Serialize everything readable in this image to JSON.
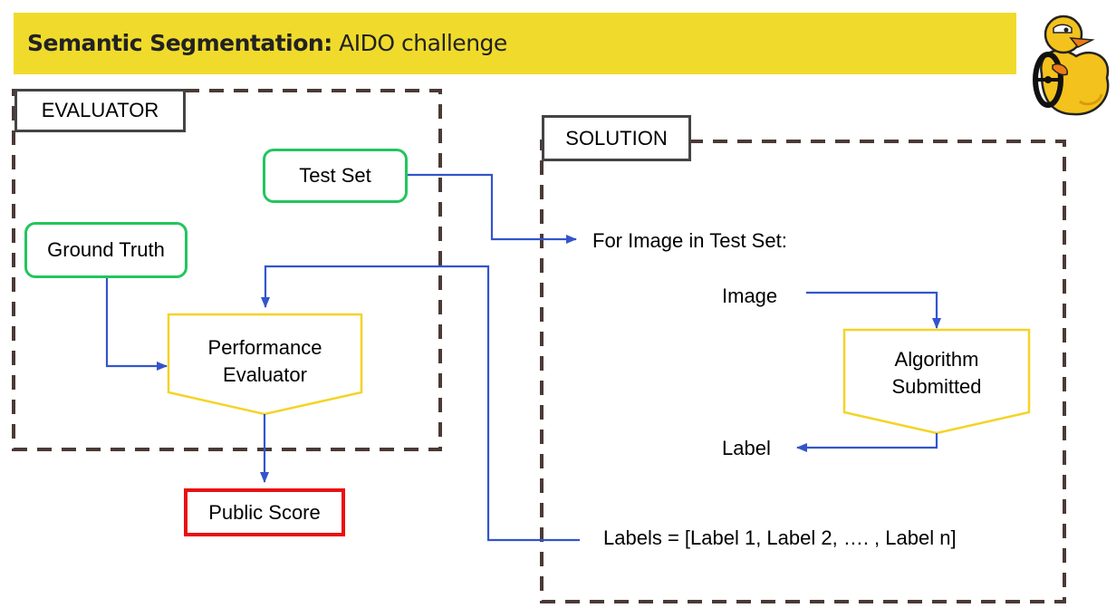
{
  "header": {
    "title_bold": "Semantic Segmentation:",
    "title_rest": "AIDO challenge"
  },
  "evaluator": {
    "label": "EVALUATOR",
    "test_set": "Test Set",
    "ground_truth": "Ground Truth",
    "performance_evaluator": [
      "Performance",
      "Evaluator"
    ]
  },
  "solution": {
    "label": "SOLUTION",
    "loop": "For Image in Test Set:",
    "image": "Image",
    "algorithm": [
      "Algorithm",
      "Submitted"
    ],
    "label_out": "Label",
    "labels_list": "Labels = [Label 1, Label 2, …. , Label n]"
  },
  "public_score": "Public Score",
  "colors": {
    "banner": "#f0db2c",
    "dashed_border": "#4a3a36",
    "arrow": "#3355cc",
    "green_box": "#22c55e",
    "yellow_box": "#f5d327",
    "red_box": "#e91010"
  },
  "logo": {
    "icon": "rubber-duck-logo"
  }
}
